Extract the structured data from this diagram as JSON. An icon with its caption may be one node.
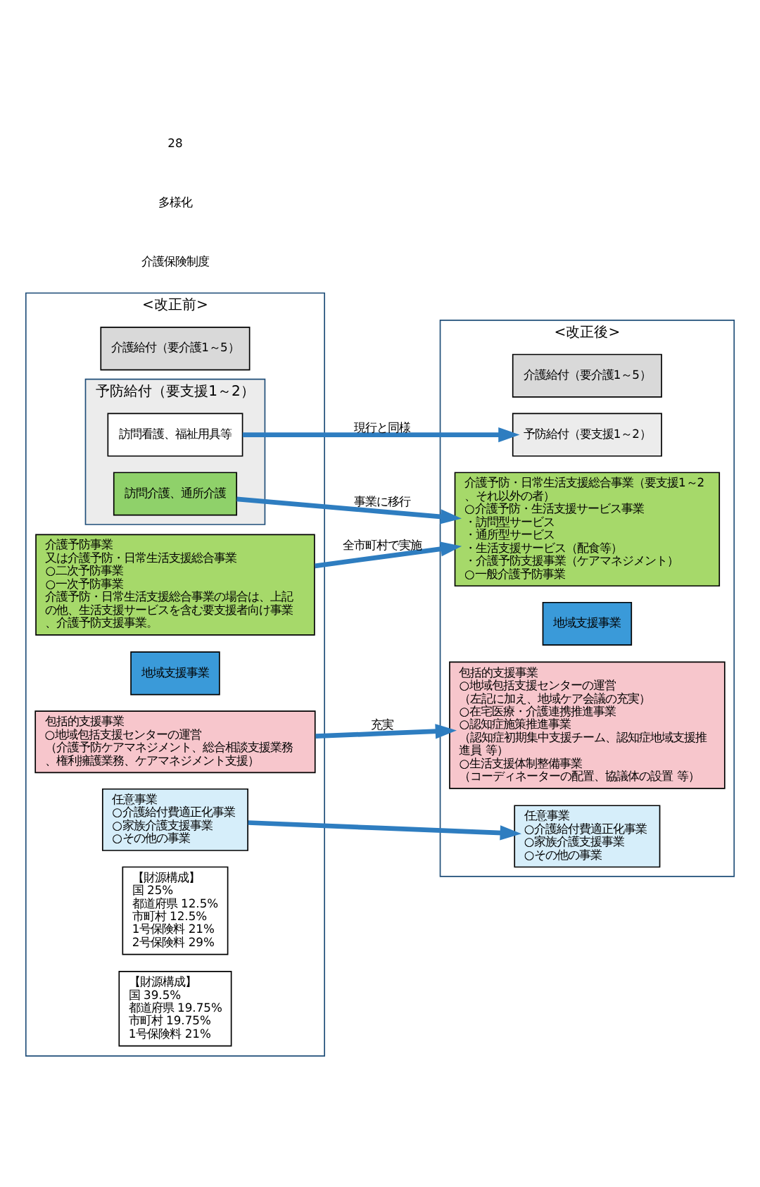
{
  "diagram": {
    "nodes": [
      {
        "text": [
          "<改正前>"
        ]
      },
      {
        "text": [
          "介護給付（要介護1～5）"
        ],
        "in": 0
      },
      {
        "text": [
          "予防給付（要支援1～2）"
        ],
        "in": 0
      },
      {
        "text": [
          "訪問看護、福祉用具等"
        ],
        "in": 2
      },
      {
        "text": [
          "訪問介護、通所介護"
        ],
        "in": 2
      },
      {
        "text": [
          "地域支援事業"
        ],
        "in": 0
      },
      {
        "text": [
          "介護予防事業",
          "又は介護予防・日常生活支援総合事業",
          "○二次予防事業",
          "○一次予防事業",
          "介護予防・日常生活支援総合事業の場合は、上記の他、生活支援サービスを含む要支援者向け事業、介護予防支援事業。"
        ],
        "in": 0
      },
      {
        "text": [
          "包括的支援事業",
          "○地域包括支援センターの運営",
          "（介護予防ケアマネジメント、総合相談支援業務、権利擁護業務、ケアマネジメント支援）"
        ],
        "in": 0
      },
      {
        "text": [
          "任意事業",
          "○介護給付費適正化事業",
          "○家族介護支援事業",
          "○その他の事業"
        ],
        "in": 0
      },
      {
        "text": [
          "【財源構成】",
          "国 25%",
          "都道府県 12.5%",
          "市町村 12.5%",
          "1号保険料 21%",
          "2号保険料 29%"
        ],
        "in": 0
      },
      {
        "text": [
          "【財源構成】",
          "国 39.5%",
          "都道府県 19.75%",
          "市町村 19.75%",
          "1号保険料 21%"
        ],
        "in": 0
      },
      {
        "text": [
          "<改正後>"
        ]
      },
      {
        "text": [
          "介護給付（要介護1～5）"
        ],
        "in": 11
      },
      {
        "text": [
          "予防給付（要支援1～2）"
        ],
        "in": 11
      },
      {
        "text": [
          "地域支援事業"
        ],
        "in": 11
      },
      {
        "text": [
          "介護予防・日常生活支援総合事業（要支援1～2、それ以外の者）",
          "○介護予防・生活支援サービス事業",
          "・訪問型サービス",
          "・通所型サービス",
          "・生活支援サービス（配食等）",
          "・介護予防支援事業（ケアマネジメント）",
          "○一般介護予防事業"
        ],
        "in": 11
      },
      {
        "text": [
          "包括的支援事業",
          "○地域包括支援センターの運営",
          "（左記に加え、地域ケア会議の充実）",
          "○在宅医療・介護連携推進事業",
          "○認知症施策推進事業",
          "（認知症初期集中支援チーム、認知症地域支援推進員 等）",
          "○生活支援体制整備事業",
          "（コーディネーターの配置、協議体の設置 等）"
        ],
        "in": 11
      },
      {
        "text": [
          "任意事業",
          "○介護給付費適正化事業",
          "○家族介護支援事業",
          "○その他の事業"
        ],
        "in": 11
      }
    ],
    "edges": [
      {
        "from": 3,
        "to": 13,
        "arrow": "to",
        "label": "現行と同様"
      },
      {
        "from": 4,
        "to": 15,
        "arrow": "to",
        "label": "事業に移行"
      },
      {
        "from": 6,
        "to": 15,
        "arrow": "to",
        "label": "全市町村で実施"
      },
      {
        "from": 7,
        "to": 16,
        "arrow": "to",
        "label": "充実"
      },
      {
        "from": 8,
        "to": 17,
        "arrow": "to"
      }
    ],
    "labels": [
      "介護保険制度",
      "多様化",
      "28"
    ]
  }
}
